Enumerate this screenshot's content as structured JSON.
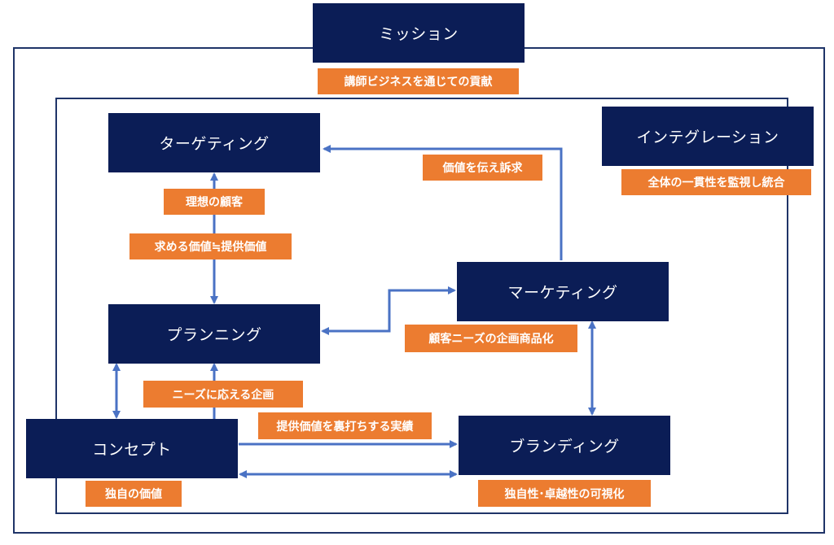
{
  "colors": {
    "box": "#0b1d56",
    "tag": "#ec7c30",
    "frame": "#1f3468",
    "arrow": "#4a72c4"
  },
  "boxes": {
    "mission": "ミッション",
    "integration": "インテグレーション",
    "targeting": "ターゲティング",
    "planning": "プランニング",
    "marketing": "マーケティング",
    "concept": "コンセプト",
    "branding": "ブランディング"
  },
  "tags": {
    "mission": "講師ビジネスを通じての貢献",
    "integration": "全体の一貫性を監視し統合",
    "appeal": "価値を伝え訴求",
    "ideal_customer": "理想の顧客",
    "value_match": "求める価値≒提供価値",
    "marketing_needs": "顧客ニーズの企画商品化",
    "planning_needs": "ニーズに応える企画",
    "proof": "提供価値を裏打ちする実績",
    "concept_value": "独自の価値",
    "branding": "独自性･卓越性の可視化"
  }
}
